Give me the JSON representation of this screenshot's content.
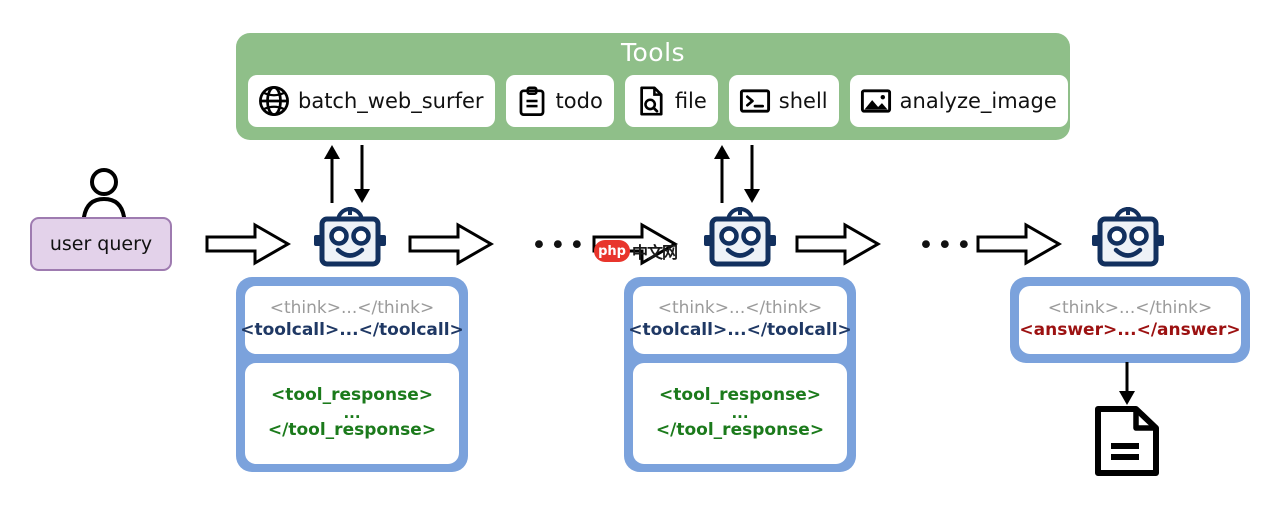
{
  "tools": {
    "title": "Tools",
    "items": [
      {
        "label": "batch_web_surfer",
        "icon": "globe-icon"
      },
      {
        "label": "todo",
        "icon": "clipboard-icon"
      },
      {
        "label": "file",
        "icon": "file-search-icon"
      },
      {
        "label": "shell",
        "icon": "terminal-icon"
      },
      {
        "label": "analyze_image",
        "icon": "image-icon"
      }
    ]
  },
  "user": {
    "query_label": "user query",
    "icon": "user-icon"
  },
  "flow": {
    "ellipsis": "•••",
    "arrow_icon": "block-arrow-right-icon",
    "up_arrow_icon": "arrow-up-icon",
    "down_arrow_icon": "arrow-down-icon",
    "robot_icon": "robot-icon",
    "output_doc_icon": "document-icon",
    "final_arrow_icon": "arrow-down-icon"
  },
  "agents": [
    {
      "name": "agent-step-1",
      "think": "<think>...</think>",
      "action": "<toolcall>...</toolcall>",
      "action_kind": "toolcall",
      "response_open": "<tool_response>",
      "response_dots": "...",
      "response_close": "</tool_response>"
    },
    {
      "name": "agent-step-2",
      "think": "<think>...</think>",
      "action": "<toolcall>...</toolcall>",
      "action_kind": "toolcall",
      "response_open": "<tool_response>",
      "response_dots": "...",
      "response_close": "</tool_response>"
    }
  ],
  "final_agent": {
    "name": "agent-final",
    "think": "<think>...</think>",
    "action": "<answer>...</answer>",
    "action_kind": "answer"
  },
  "watermark": {
    "badge": "php",
    "text": "中文网"
  },
  "colors": {
    "tools_green": "#8fbf89",
    "agent_blue": "#7ba2dc",
    "query_purple_fill": "#e3d2ea",
    "query_purple_border": "#9e7bb0",
    "think_gray": "#9b9b9b",
    "toolcall_navy": "#1f3864",
    "answer_red": "#9c1111",
    "response_green": "#1b7a1b",
    "robot_navy": "#12305e"
  }
}
